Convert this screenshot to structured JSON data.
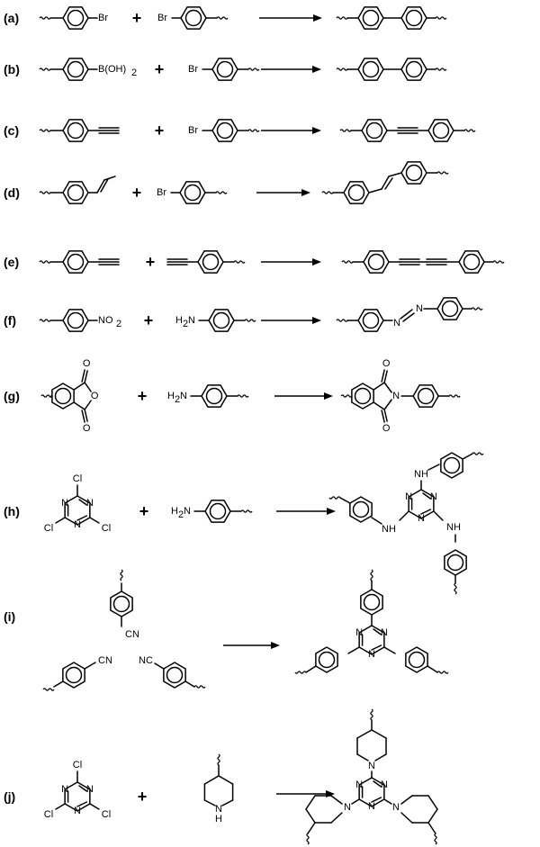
{
  "reactions": [
    {
      "label": "(a)",
      "atoms": [
        "Br",
        "Br"
      ]
    },
    {
      "label": "(b)",
      "atoms": [
        "B(OH)",
        "2",
        "Br"
      ]
    },
    {
      "label": "(c)",
      "atoms": [
        "Br"
      ]
    },
    {
      "label": "(d)",
      "atoms": [
        "Br"
      ]
    },
    {
      "label": "(e)",
      "atoms": []
    },
    {
      "label": "(f)",
      "atoms": [
        "NO",
        "2",
        "H",
        "2",
        "N",
        "N",
        "N"
      ]
    },
    {
      "label": "(g)",
      "atoms": [
        "O",
        "O",
        "O",
        "H",
        "2",
        "N",
        "O",
        "O",
        "N"
      ]
    },
    {
      "label": "(h)",
      "atoms": [
        "Cl",
        "Cl",
        "Cl",
        "N",
        "N",
        "N",
        "H",
        "2",
        "N",
        "NH",
        "NH",
        "NH",
        "N",
        "N",
        "N"
      ]
    },
    {
      "label": "(i)",
      "atoms": [
        "CN",
        "CN",
        "NC",
        "N",
        "N",
        "N"
      ]
    },
    {
      "label": "(j)",
      "atoms": [
        "Cl",
        "Cl",
        "Cl",
        "N",
        "N",
        "N",
        "N",
        "H",
        "N",
        "N",
        "N",
        "N",
        "N",
        "N"
      ]
    }
  ],
  "plus_sign": "+"
}
